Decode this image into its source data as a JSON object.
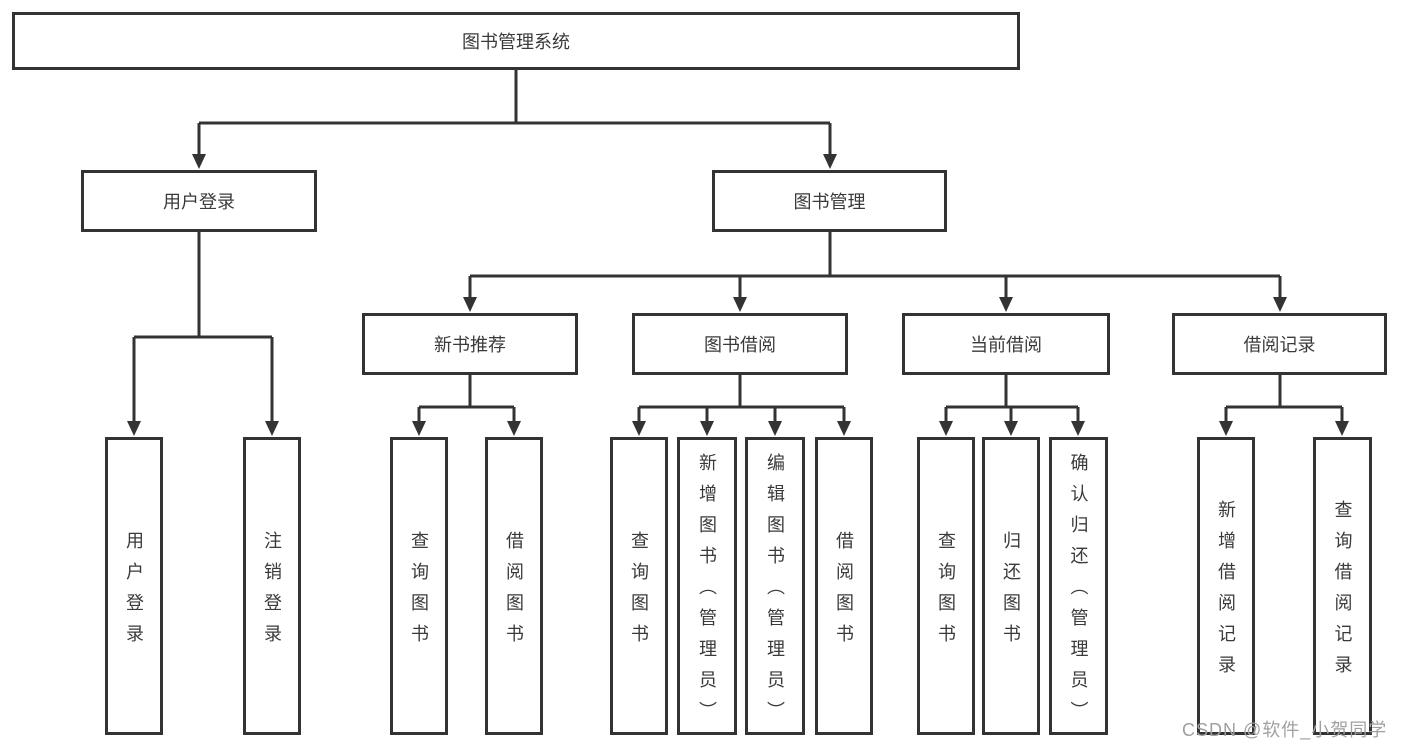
{
  "nodes": {
    "root": {
      "label": "图书管理系统"
    },
    "user_login": {
      "label": "用户登录",
      "parent": "root"
    },
    "book_mgmt": {
      "label": "图书管理",
      "parent": "root"
    },
    "new_book_rec": {
      "label": "新书推荐",
      "parent": "book_mgmt"
    },
    "book_borrow": {
      "label": "图书借阅",
      "parent": "book_mgmt"
    },
    "current_borrow": {
      "label": "当前借阅",
      "parent": "book_mgmt"
    },
    "borrow_record": {
      "label": "借阅记录",
      "parent": "book_mgmt"
    },
    "leaves": {
      "ul_login": {
        "label": "用户登录",
        "parent": "user_login"
      },
      "ul_logout": {
        "label": "注销登录",
        "parent": "user_login"
      },
      "nbr_query": {
        "label": "查询图书",
        "parent": "new_book_rec"
      },
      "nbr_borrow": {
        "label": "借阅图书",
        "parent": "new_book_rec"
      },
      "bb_query": {
        "label": "查询图书",
        "parent": "book_borrow"
      },
      "bb_add": {
        "label": "新增图书（管理员）",
        "parent": "book_borrow"
      },
      "bb_edit": {
        "label": "编辑图书（管理员）",
        "parent": "book_borrow"
      },
      "bb_borrow": {
        "label": "借阅图书",
        "parent": "book_borrow"
      },
      "cb_query": {
        "label": "查询图书",
        "parent": "current_borrow"
      },
      "cb_return": {
        "label": "归还图书",
        "parent": "current_borrow"
      },
      "cb_confirm": {
        "label": "确认归还（管理员）",
        "parent": "current_borrow"
      },
      "br_add": {
        "label": "新增借阅记录",
        "parent": "borrow_record"
      },
      "br_query": {
        "label": "查询借阅记录",
        "parent": "borrow_record"
      }
    }
  },
  "watermark": {
    "text": "CSDN @软件_小贺同学"
  },
  "colors": {
    "line": "#333333",
    "box_border": "#333333",
    "text": "#3a3a3a",
    "watermark": "#a0a0a0",
    "background": "#ffffff"
  }
}
